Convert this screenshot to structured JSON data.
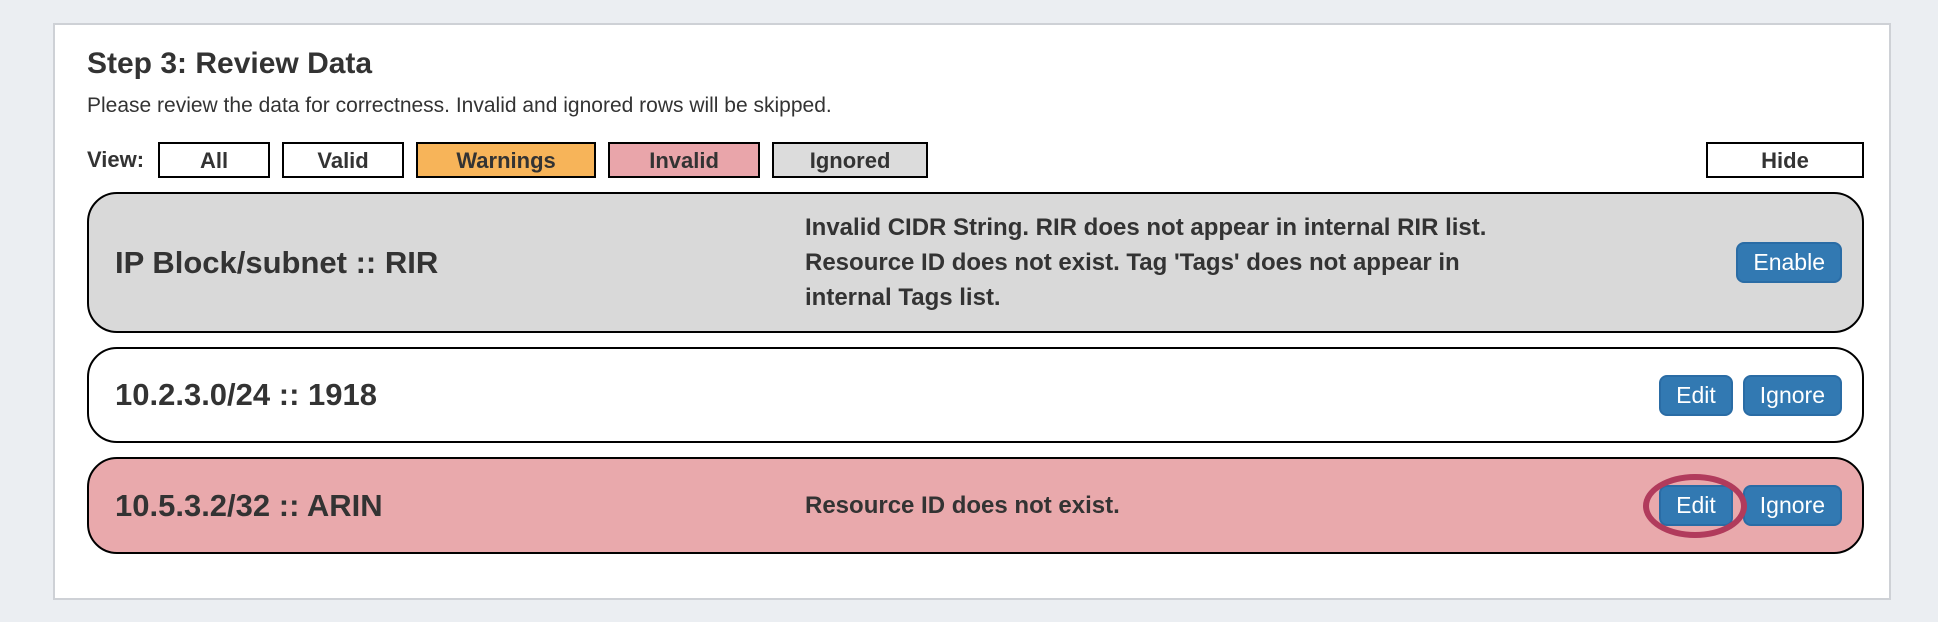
{
  "page": {
    "title": "Step 3: Review Data",
    "subtitle": "Please review the data for correctness. Invalid and ignored rows will be skipped."
  },
  "filters": {
    "label": "View:",
    "buttons": [
      {
        "label": "All"
      },
      {
        "label": "Valid"
      },
      {
        "label": "Warnings"
      },
      {
        "label": "Invalid"
      },
      {
        "label": "Ignored"
      }
    ],
    "hide_label": "Hide"
  },
  "rows": [
    {
      "label": "IP Block/subnet :: RIR",
      "status": "ignored",
      "message": "Invalid CIDR String. RIR does not appear in internal RIR list. Resource ID does not exist. Tag 'Tags' does not appear in internal Tags list.",
      "actions": {
        "enable": "Enable"
      }
    },
    {
      "label": "10.2.3.0/24 :: 1918",
      "status": "valid",
      "message": "",
      "actions": {
        "edit": "Edit",
        "ignore": "Ignore"
      }
    },
    {
      "label": "10.5.3.2/32 :: ARIN",
      "status": "invalid",
      "message": "Resource ID does not exist.",
      "actions": {
        "edit": "Edit",
        "ignore": "Ignore"
      },
      "annotation": "circle-around-edit-button"
    }
  ],
  "colors": {
    "page_background": "#ebeef2",
    "panel_background": "#ffffff",
    "warnings_filter": "#f7b459",
    "invalid_filter": "#e9a5aa",
    "ignored_filter": "#dcdcdc",
    "ignored_row": "#d9d9d9",
    "invalid_row": "#e9a9ac",
    "primary_button": "#3279b2",
    "annotation_circle": "#b13b5c"
  }
}
